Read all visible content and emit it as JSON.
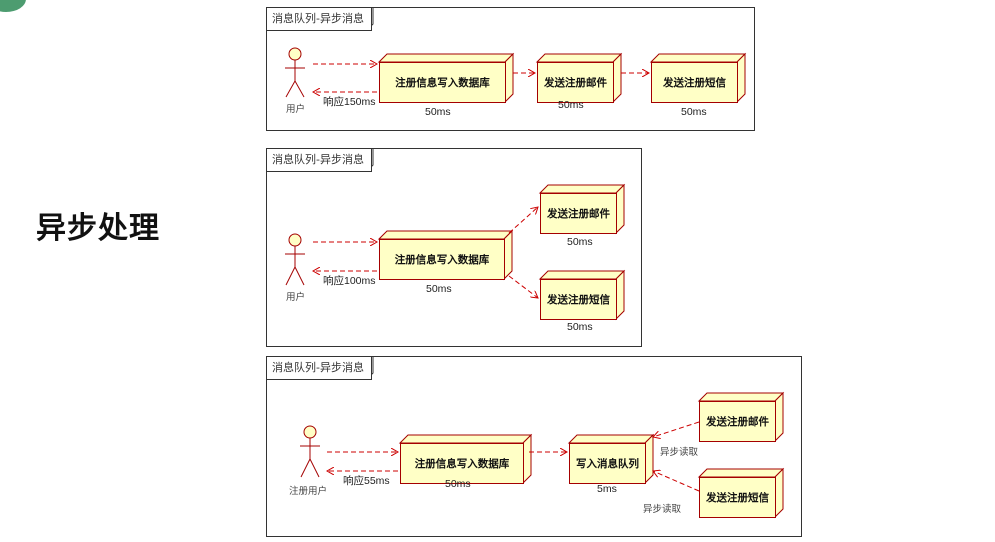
{
  "page": {
    "title": "异步处理"
  },
  "diagrams": [
    {
      "frame_title": "消息队列-异步消息",
      "actor": "用户",
      "response": "响应150ms",
      "nodes": [
        {
          "label": "注册信息写入数据库",
          "time": "50ms"
        },
        {
          "label": "发送注册邮件",
          "time": "50ms"
        },
        {
          "label": "发送注册短信",
          "time": "50ms"
        }
      ]
    },
    {
      "frame_title": "消息队列-异步消息",
      "actor": "用户",
      "response": "响应100ms",
      "nodes": [
        {
          "label": "注册信息写入数据库",
          "time": "50ms"
        },
        {
          "label": "发送注册邮件",
          "time": "50ms"
        },
        {
          "label": "发送注册短信",
          "time": "50ms"
        }
      ]
    },
    {
      "frame_title": "消息队列-异步消息",
      "actor": "注册用户",
      "response": "响应55ms",
      "nodes": [
        {
          "label": "注册信息写入数据库",
          "time": "50ms"
        },
        {
          "label": "写入消息队列",
          "time": "5ms"
        },
        {
          "label": "发送注册邮件"
        },
        {
          "label": "发送注册短信"
        }
      ],
      "async_read": [
        "异步读取",
        "异步读取"
      ]
    }
  ],
  "colors": {
    "node_fill": "#ffffc6",
    "node_border": "#a40000",
    "arrow": "#cc0000"
  }
}
